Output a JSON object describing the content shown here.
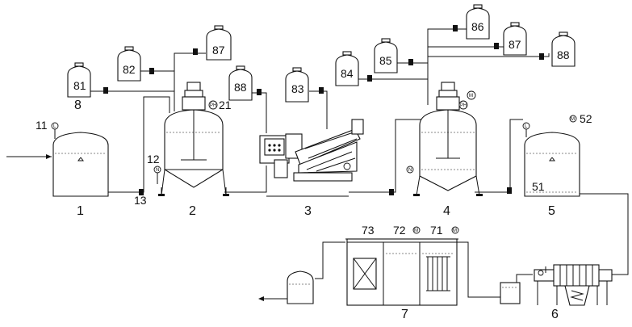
{
  "labels": {
    "t1": "1",
    "t2": "2",
    "t3": "3",
    "t4": "4",
    "t5": "5",
    "t6": "6",
    "t7": "7",
    "t8": "8",
    "p11": "11",
    "p12": "12",
    "p13": "13",
    "p21": "21",
    "p51": "51",
    "p52": "52",
    "p71": "71",
    "p72": "72",
    "p73": "73"
  },
  "dosing_tanks": {
    "d81": "81",
    "d82": "82",
    "d87a": "87",
    "d88a": "88",
    "d83": "83",
    "d84": "84",
    "d85": "85",
    "d86": "86",
    "d87b": "87",
    "d88b": "88"
  },
  "instrument_tags": {
    "level": "L",
    "ph": "PH",
    "motor": "M",
    "n": "N"
  }
}
